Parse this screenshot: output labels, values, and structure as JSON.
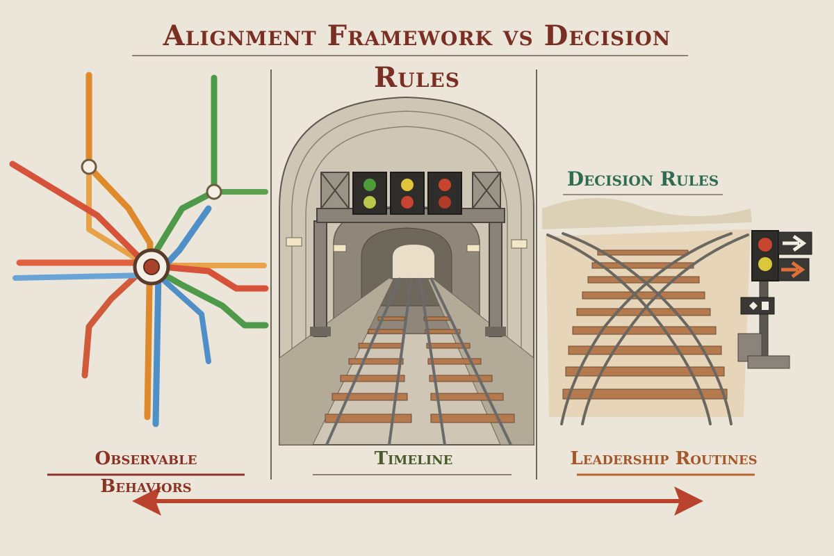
{
  "title": "Alignment Framework vs Decision Rules",
  "labels": {
    "left": "Observable Behaviors",
    "middle": "Timeline",
    "right": "Leadership Routines",
    "decision_rules": "Decision Rules"
  },
  "icons": [
    "metro-map-icon",
    "tunnel-with-signal-gantry-icon",
    "railway-switch-with-signal-icon",
    "double-arrow-icon"
  ],
  "colors": {
    "background": "#ece6da",
    "title": "#7a2f24",
    "line_orange": "#de8a2c",
    "line_red": "#d6533a",
    "line_green": "#4f9a4a",
    "line_blue": "#4e8fc8",
    "arrow": "#b8422c",
    "divider": "#6d665c"
  }
}
